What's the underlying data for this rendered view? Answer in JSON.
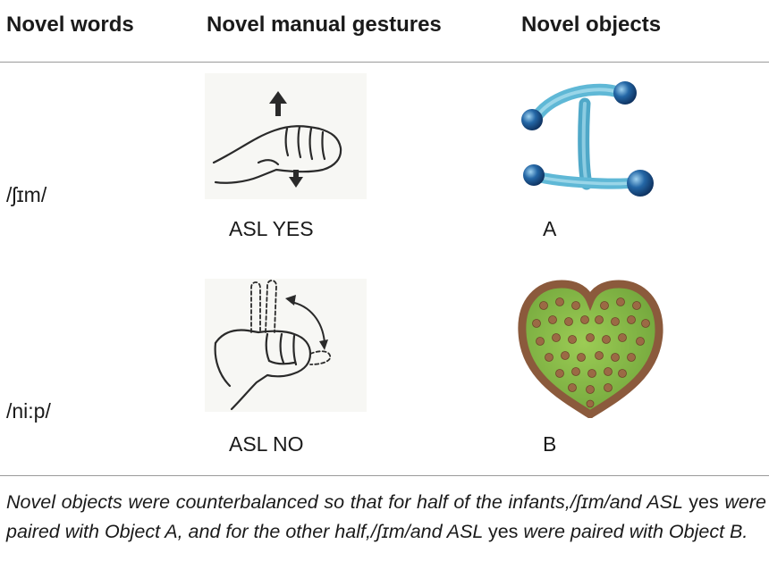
{
  "table": {
    "headers": [
      "Novel words",
      "Novel manual gestures",
      "Novel objects"
    ],
    "rows": [
      {
        "word": "/ʃɪm/",
        "gesture_caption": "ASL YES",
        "object_caption": "A",
        "gesture_icon": "fist-nodding-gesture-icon",
        "object_icon": "blue-bead-frame-object"
      },
      {
        "word": "/ni:p/",
        "gesture_caption": "ASL NO",
        "object_caption": "B",
        "gesture_icon": "finger-tap-gesture-icon",
        "object_icon": "green-spiked-heart-object"
      }
    ]
  },
  "note": {
    "part1": "Novel objects were counterbalanced so that for half of the infants,/ʃɪm/and ASL",
    "part2": "yes",
    "part3": " were paired with Object A, and for the other half,/ʃɪm/and ASL ",
    "part4": "yes",
    "part5": " were paired with Object B."
  },
  "colors": {
    "rule": "#9a9a9a",
    "text": "#1a1a1a",
    "object_a": "#2f7fb4",
    "object_b": "#8bb847"
  }
}
